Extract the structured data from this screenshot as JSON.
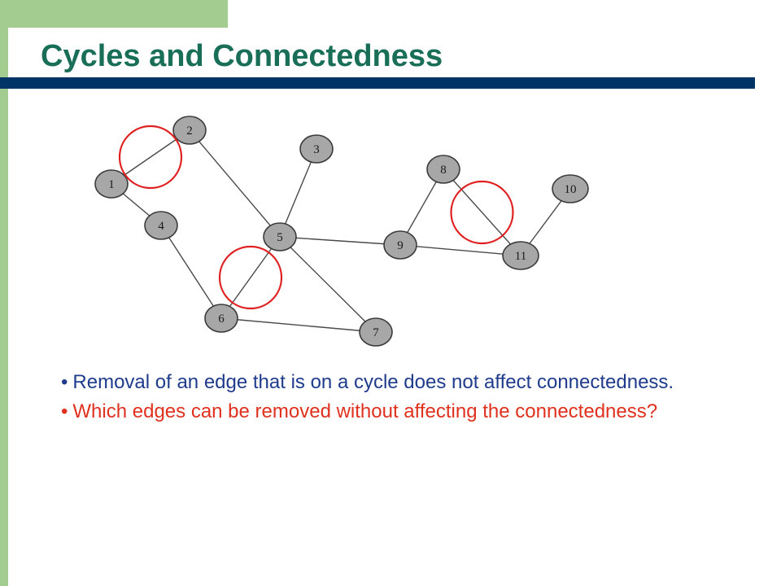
{
  "slide": {
    "title": "Cycles and Connectedness",
    "colors": {
      "frame": "#a3cc90",
      "title": "#196e58",
      "rule": "#003366",
      "node_fill": "#a7a7a7",
      "cycle_marker": "#e02020",
      "bullet_default": "#1f3b8c",
      "bullet_question": "#e0301e"
    },
    "graph": {
      "nodes": [
        {
          "id": "1",
          "label": "1"
        },
        {
          "id": "2",
          "label": "2"
        },
        {
          "id": "3",
          "label": "3"
        },
        {
          "id": "4",
          "label": "4"
        },
        {
          "id": "5",
          "label": "5"
        },
        {
          "id": "6",
          "label": "6"
        },
        {
          "id": "7",
          "label": "7"
        },
        {
          "id": "8",
          "label": "8"
        },
        {
          "id": "9",
          "label": "9"
        },
        {
          "id": "10",
          "label": "10"
        },
        {
          "id": "11",
          "label": "11"
        }
      ],
      "edges": [
        {
          "from": "1",
          "to": "2",
          "marked": true
        },
        {
          "from": "1",
          "to": "4"
        },
        {
          "from": "2",
          "to": "5"
        },
        {
          "from": "3",
          "to": "5"
        },
        {
          "from": "4",
          "to": "6"
        },
        {
          "from": "5",
          "to": "6",
          "marked": true
        },
        {
          "from": "5",
          "to": "7"
        },
        {
          "from": "6",
          "to": "7"
        },
        {
          "from": "5",
          "to": "9"
        },
        {
          "from": "8",
          "to": "9"
        },
        {
          "from": "8",
          "to": "11",
          "marked": true
        },
        {
          "from": "9",
          "to": "11"
        },
        {
          "from": "10",
          "to": "11"
        }
      ]
    },
    "bullets": [
      {
        "marker": "•",
        "text": "Removal of an edge that is on a cycle does not affect connectedness.",
        "color": "#1f3b8c"
      },
      {
        "marker": "•",
        "text": "Which edges can be removed without affecting the connectedness?",
        "color": "#e0301e"
      }
    ]
  }
}
